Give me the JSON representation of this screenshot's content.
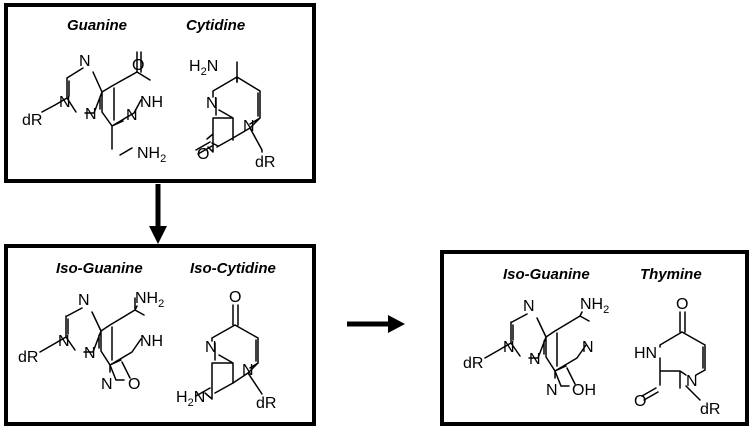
{
  "panels": [
    {
      "left_title": "Guanine",
      "right_title": "Cytidine"
    },
    {
      "left_title": "Iso-Guanine",
      "right_title": "Iso-Cytidine"
    },
    {
      "left_title": "Iso-Guanine",
      "right_title": "Thymine"
    }
  ],
  "atoms": {
    "N": "N",
    "NH": "NH",
    "HN": "HN",
    "O": "O",
    "OH": "OH",
    "dR": "dR",
    "NH2_base": "NH",
    "H2N_base": "H",
    "H2N_tail": "N",
    "sub_2": "2"
  }
}
